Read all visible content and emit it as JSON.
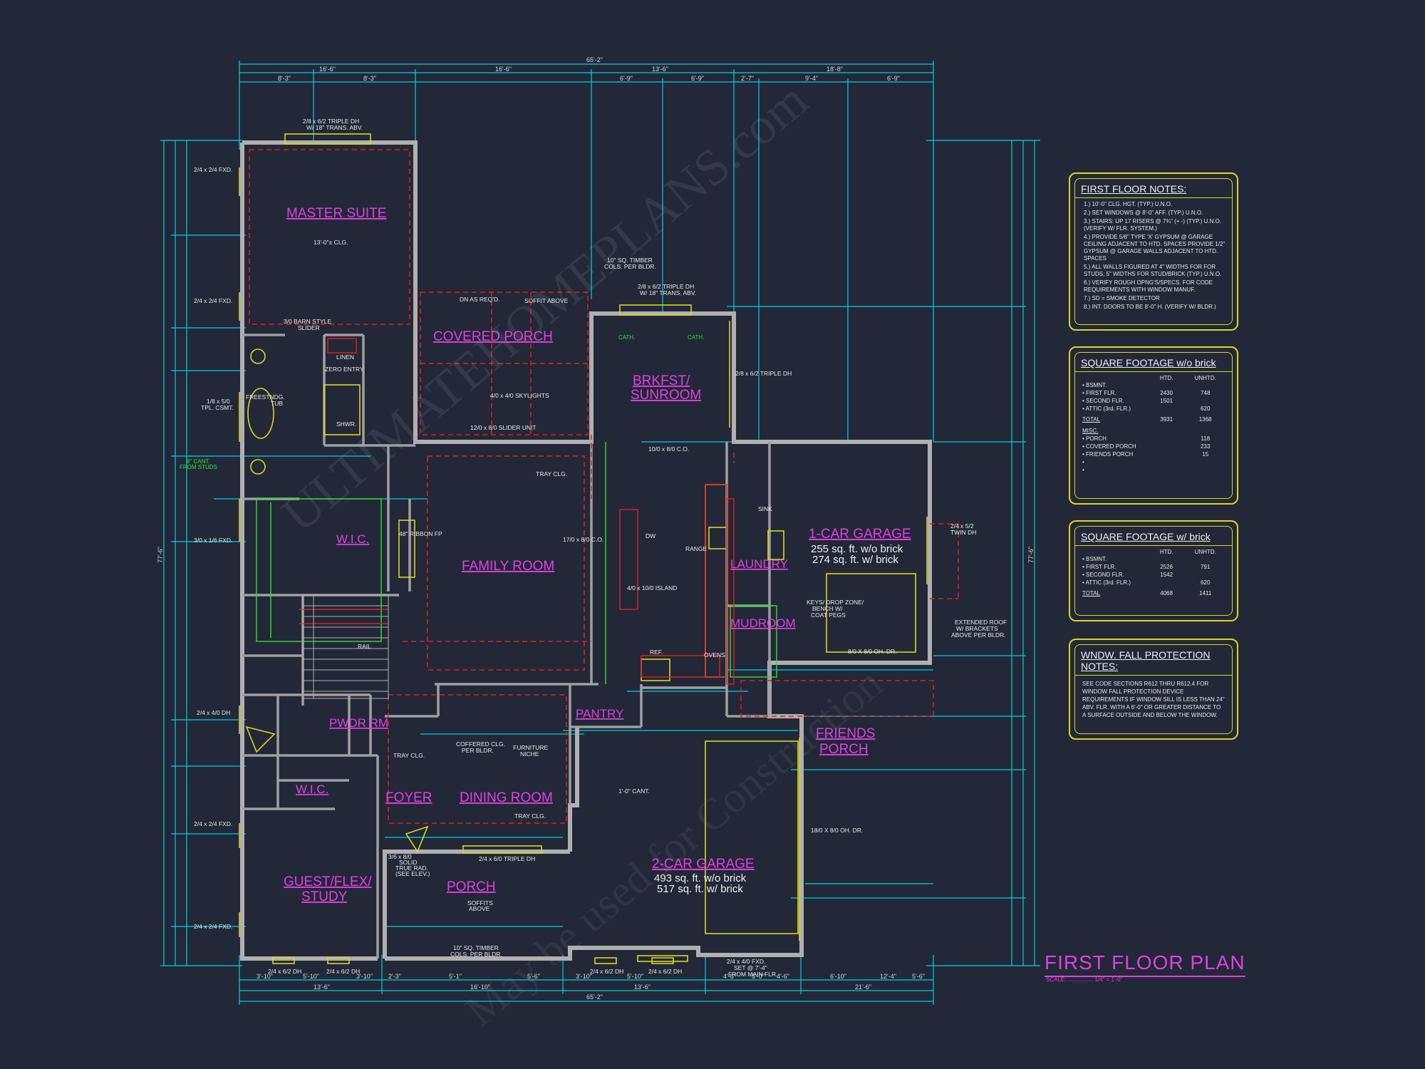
{
  "rooms": {
    "master_suite": "MASTER SUITE",
    "covered_porch": "COVERED PORCH",
    "brkfst": "BRKFST/",
    "sunroom": "SUNROOM",
    "family_room": "FAMILY ROOM",
    "one_car_garage": "1-CAR GARAGE",
    "laundry": "LAUNDRY",
    "mudroom": "MUDROOM",
    "pantry": "PANTRY",
    "pwdr_rm": "PWDR RM",
    "wic_upper": "W.I.C.",
    "wic_lower": "W.I.C.",
    "foyer": "FOYER",
    "dining_room": "DINING ROOM",
    "friends": "FRIENDS",
    "porch_friends": "PORCH",
    "two_car_garage": "2-CAR GARAGE",
    "guest": "GUEST/FLEX/",
    "study": "STUDY",
    "porch_front": "PORCH"
  },
  "areas": {
    "one_car_wo": "255 sq. ft. w/o brick",
    "one_car_w": "274 sq. ft. w/ brick",
    "two_car_wo": "493 sq. ft. w/o brick",
    "two_car_w": "517 sq. ft. w/ brick"
  },
  "callouts": {
    "master_window": "2/8 x 6/2 TRIPLE DH",
    "master_window2": "W/ 18\" TRANS. ABV.",
    "ceiling": "13'-0\"± CLG.",
    "barn": "3/0 BARN STYLE",
    "slider": "SLIDER",
    "linen": "LINEN",
    "zero_entry": "ZERO ENTRY",
    "shwr": "SHWR.",
    "tub": "FREESTNDG.",
    "tub2": "TUB",
    "dn": "DN AS REQ'D.",
    "soffit": "SOFFIT ABOVE",
    "timber_top": "10\" SQ. TIMBER",
    "timber_top2": "COLS. PER BLDR.",
    "skylights": "4/0 x 4/0 SKYLIGHTS",
    "slider_unit": "12/0 x 8/0 SLIDER UNIT",
    "sun_window": "2/8 x 6/2 TRIPLE DH",
    "sun_window2": "W/ 18\" TRANS. ABV.",
    "cath1": "CATH.",
    "cath2": "CATH.",
    "side_triple": "2/8 x 6/2 TRIPLE DH",
    "tray1": "TRAY CLG.",
    "co_family": "17/0 x 8/0 C.O.",
    "co_kitchen": "10/0 x 8/0 C.O.",
    "island": "4/0 x 10/0 ISLAND",
    "range": "RANGE",
    "dw": "DW",
    "sink": "SINK",
    "ref": "REF.",
    "ovens": "OVENS",
    "keys": "KEYS/ DROP ZONE/",
    "keys2": "BENCH W/",
    "keys3": "COAT PEGS",
    "garage1_door": "8/0 X 8/0 OH. DR.",
    "extended_roof": "EXTENDED ROOF",
    "extended_roof2": "W/ BRACKETS",
    "extended_roof3": "ABOVE PER BLDR.",
    "twin_dh": "2/4 x 5/2",
    "twin_dh2": "TWIN DH",
    "coffered": "COFFERED CLG.",
    "coffered2": "PER BLDR.",
    "furniture": "FURNITURE",
    "furniture2": "NICHE",
    "tray_dining": "TRAY CLG.",
    "tray_foyer": "TRAY CLG.",
    "cant": "1'-0\" CANT.",
    "garage2_door": "18/0 X 8/0 OH. DR.",
    "solid_door": "3/6 x 8/0",
    "solid_door2": "SOLID",
    "solid_door3": "TRUE RAD.",
    "solid_door4": "(SEE ELEV.)",
    "front_triple": "2/4 x 6/0 TRIPLE DH",
    "soffits_above": "SOFFITS",
    "soffits_above2": "ABOVE",
    "timber_bottom": "10\" SQ. TIMBER",
    "timber_bottom2": "COLS. PER BLDR.",
    "rail": "RAIL",
    "ribbon": "48\" RIBBON FP",
    "fxd1": "2/4 x 2/4 FXD.",
    "fxd2": "2/4 x 2/4 FXD.",
    "tpl_csmt": "1/8 x 5/0",
    "tpl_csmt2": "TPL. CSMT.",
    "cant_studs": "8\" CANT.",
    "cant_studs2": "FROM STUDS",
    "fxd3": "3/0 x 1/6 FXD.",
    "dh_left": "2/4 x 4/0 DH",
    "fxd4": "2/4 x 2/4 FXD.",
    "fxd5": "2/4 x 2/4 FXD.",
    "bottom_dh1": "2/4 x 6/2 DH",
    "bottom_dh2": "2/4 x 6/2 DH",
    "bottom_dh3": "2/4 x 6/2 DH",
    "bottom_dh4": "2/4 x 6/2 DH",
    "bottom_fxd": "2/4 x 4/0 FXD.",
    "bottom_fxd2": "SET @ 7'-4\"",
    "bottom_fxd3": "FROM MAIN FLR."
  },
  "dimensions": {
    "overall_width": "65'-2\"",
    "top_row": [
      "16'-6\"",
      "16'-6\"",
      "13'-6\"",
      "18'-8\""
    ],
    "top_row2": [
      "8'-3\"",
      "8'-3\"",
      "6'-9\"",
      "6'-9\"",
      "2'-7\"",
      "9'-4\"",
      "6'-9\""
    ],
    "overall_height": "77'-6\"",
    "bottom_row": [
      "13'-6\"",
      "16'-10\"",
      "13'-6\"",
      "21'-6\""
    ],
    "bottom_row2": [
      "3'-10\"",
      "5'-10\"",
      "3'-10\"",
      "2'-3\"",
      "5'-1\"",
      "5'-6\"",
      "3'-10\"",
      "5'-10\"",
      "4'-6\"",
      "5'-0\"",
      "4'-6\"",
      "6'-10\"",
      "12'-4\"",
      "5'-6\""
    ]
  },
  "notes_panel": {
    "title": "FIRST FLOOR NOTES:",
    "items": [
      "1.) 10'-0\" CLG. HGT. (TYP.) U.N.O.",
      "2.) SET WINDOWS @ 8'-0\" AFF. (TYP.) U.N.O.",
      "3.) STAIRS: UP 17 RISERS @ 7¾\" (+ -) (TYP.) U.N.O. (VERIFY W/ FLR. SYSTEM.)",
      "4.) PROVIDE 5/8\" TYPE 'X' GYPSUM @ GARAGE CEILING ADJACENT TO HTD. SPACES PROVIDE 1/2\" GYPSUM @ GARAGE WALLS ADJACENT TO HTD. SPACES",
      "5.) ALL WALLS FIGURED AT 4\" WIDTHS FOR FOR STUDS, 5\" WIDTHS FOR STUD/BRICK (TYP.) U.N.O.",
      "6.) VERIFY ROUGH OPNG'S/SPECS. FOR CODE REQUIREMENTS WITH WINDOW MANUF.",
      "7.) SD = SMOKE DETECTOR",
      "8.) INT. DOORS TO BE 8'-0\" H. (VERIFY W/ BLDR.)"
    ]
  },
  "sqft_wo": {
    "title": "SQUARE FOOTAGE w/o brick",
    "htd": "HTD.",
    "unhtd": "UNHTD.",
    "rows": [
      {
        "label": "• BSMNT.",
        "h": "",
        "u": ""
      },
      {
        "label": "• FIRST FLR.",
        "h": "2430",
        "u": "748"
      },
      {
        "label": "• SECOND FLR.",
        "h": "1501",
        "u": ""
      },
      {
        "label": "• ATTIC (3rd. FLR.)",
        "h": "",
        "u": "620"
      }
    ],
    "total_label": "TOTAL",
    "total_h": "3931",
    "total_u": "1368",
    "misc_label": "MISC.",
    "misc": [
      {
        "label": "• PORCH",
        "v": "118"
      },
      {
        "label": "• COVERED PORCH",
        "v": "233"
      },
      {
        "label": "• FRIENDS PORCH",
        "v": "15"
      },
      {
        "label": "•",
        "v": ""
      },
      {
        "label": "•",
        "v": ""
      }
    ]
  },
  "sqft_w": {
    "title": "SQUARE FOOTAGE w/ brick",
    "htd": "HTD.",
    "unhtd": "UNHTD.",
    "rows": [
      {
        "label": "• BSMNT.",
        "h": "",
        "u": ""
      },
      {
        "label": "• FIRST FLR.",
        "h": "2526",
        "u": "791"
      },
      {
        "label": "• SECOND FLR.",
        "h": "1542",
        "u": ""
      },
      {
        "label": "• ATTIC (3rd. FLR.)",
        "h": "",
        "u": "620"
      }
    ],
    "total_label": "TOTAL",
    "total_h": "4068",
    "total_u": "1411"
  },
  "fall_panel": {
    "title": "WNDW. FALL PROTECTION NOTES:",
    "text": "SEE CODE SECTIONS R612 THRU R612.4 FOR WINDOW FALL PROTECTION DEVICE REQUIREMENTS IF WINDOW SILL IS LESS THAN 24\" ABV. FLR. WITH A 6'-0\" OR GREATER DISTANCE TO A SURFACE OUTSIDE AND BELOW THE WINDOW."
  },
  "plan_title": "FIRST FLOOR PLAN",
  "plan_scale": "SCALE: ................ 1/4\" = 1'-0\"",
  "watermark": "ULTIMATEHOMEPLANS.com",
  "watermark2": "May be used for Construction",
  "colors": {
    "background": "#222838",
    "walls": "#b0b0b0",
    "dimensions": "#00d0e0",
    "rooms": "#e040e0",
    "windows": "#d8d820",
    "hidden": "#e02020",
    "green": "#30e030"
  }
}
